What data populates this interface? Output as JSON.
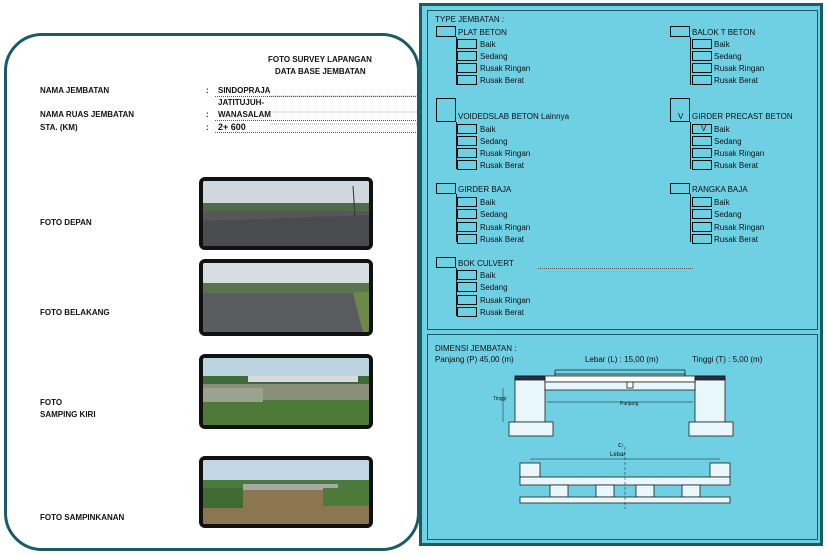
{
  "header": {
    "title_line1": "FOTO SURVEY LAPANGAN",
    "title_line2": "DATA BASE JEMBATAN"
  },
  "info": {
    "nama_jembatan_label": "NAMA JEMBATAN",
    "nama_jembatan_value": "SINDOPRAJA",
    "nama_ruas_label": "NAMA RUAS JEMBATAN",
    "nama_ruas_value_line1": "JATITUJUH-",
    "nama_ruas_value_line2": "WANASALAM",
    "sta_label": "STA. (KM)",
    "sta_value": "2+ 600",
    "colon": ":"
  },
  "photos": {
    "depan": "FOTO DEPAN",
    "belakang": "FOTO BELAKANG",
    "samping_kiri_line1": "FOTO",
    "samping_kiri_line2": "SAMPING KIRI",
    "sampinkanan": "FOTO SAMPINKANAN"
  },
  "type_jembatan": {
    "title": "TYPE JEMBATAN :",
    "groups": [
      {
        "name": "PLAT BETON",
        "mark": ""
      },
      {
        "name": "BALOK T BETON",
        "mark": ""
      },
      {
        "name": "VOIDEDSLAB BETON Lainnya",
        "mark": ""
      },
      {
        "name": "GIRDER PRECAST BETON",
        "mark": "V"
      },
      {
        "name": "GIRDER BAJA",
        "mark": ""
      },
      {
        "name": "RANGKA BAJA",
        "mark": ""
      },
      {
        "name": "BOK CULVERT",
        "mark": ""
      }
    ],
    "conditions": [
      "Baik",
      "Sedang",
      "Rusak Ringan",
      "Rusak Berat"
    ],
    "precast_condition_mark": "V"
  },
  "dimensi": {
    "title": "DIMENSI JEMBATAN :",
    "panjang": "Panjang (P) 45,00 (m)",
    "lebar": "Lebar (L) : 15,00 (m)",
    "tinggi": "Tinggi    (T) : 5,00 (m)",
    "drawing_panjang": "Panjang",
    "drawing_tinggi": "Tinggi",
    "drawing_lebar": "Lebar",
    "drawing_cl": "ⅽₗ"
  },
  "colors": {
    "panel_border": "#1a5c63",
    "panel_fill": "#6fd0e4"
  }
}
